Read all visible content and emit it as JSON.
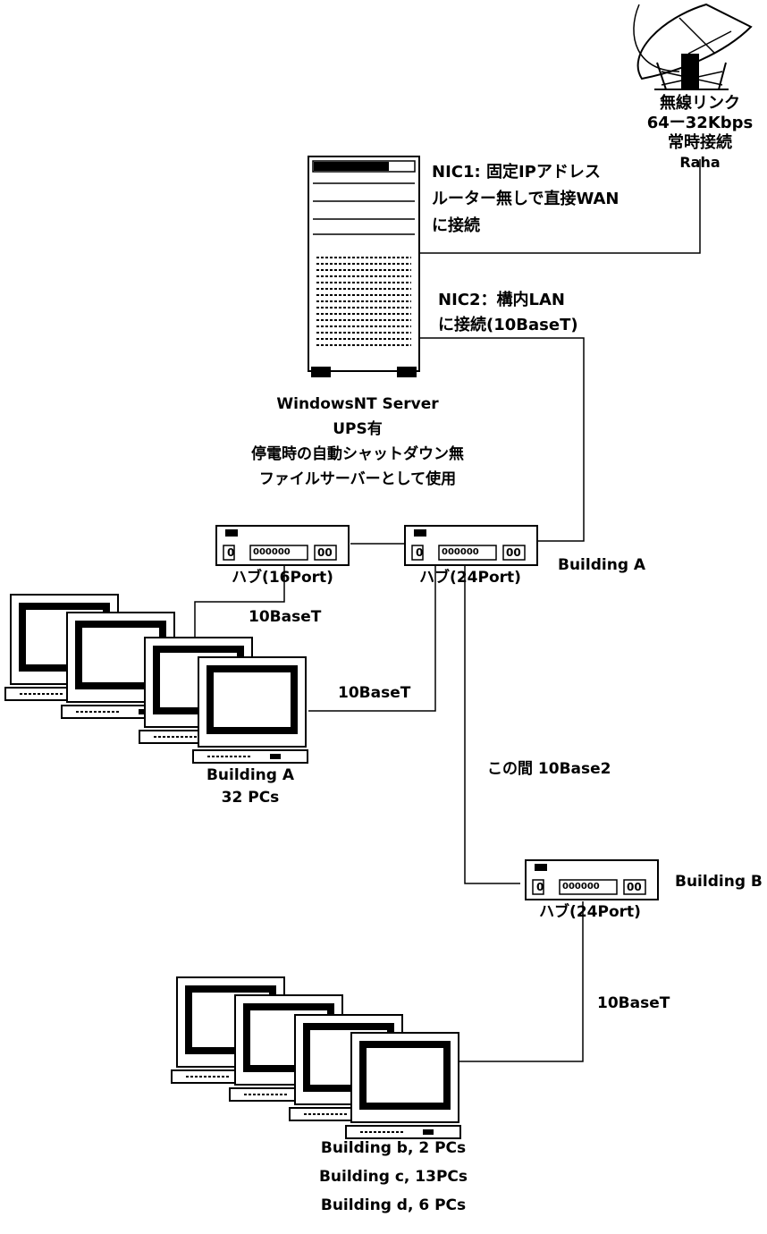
{
  "wireless": {
    "lines": [
      "無線リンク",
      "64ー32Kbps",
      "常時接続",
      "Raha"
    ]
  },
  "nic1": {
    "lines": [
      "NIC1: 固定IPアドレス",
      "ルーター無しで直接WAN",
      "に接続"
    ]
  },
  "nic2": {
    "lines": [
      "NIC2：構内LAN",
      "に接続(10BaseT)"
    ]
  },
  "server": {
    "lines": [
      "WindowsNT Server",
      "UPS有",
      "停電時の自動シャットダウン無",
      "ファイルサーバーとして使用"
    ]
  },
  "hubs": {
    "hub16_label": "ハブ(16Port)",
    "hub24a_label": "ハブ(24Port)",
    "hub24b_label": "ハブ(24Port)",
    "port_glyphs": "000000",
    "port_pair": "00",
    "port_single": "0"
  },
  "buildings": {
    "a_label": "Building A",
    "b_label": "Building B",
    "a_pcs": [
      "Building A",
      "32 PCs"
    ],
    "bcd_pcs": [
      "Building b, 2 PCs",
      "Building c, 13PCs",
      "Building d, 6 PCs"
    ]
  },
  "links": {
    "link1": "10BaseT",
    "link2": "10BaseT",
    "link_between": "この間 10Base2",
    "link3": "10BaseT"
  }
}
